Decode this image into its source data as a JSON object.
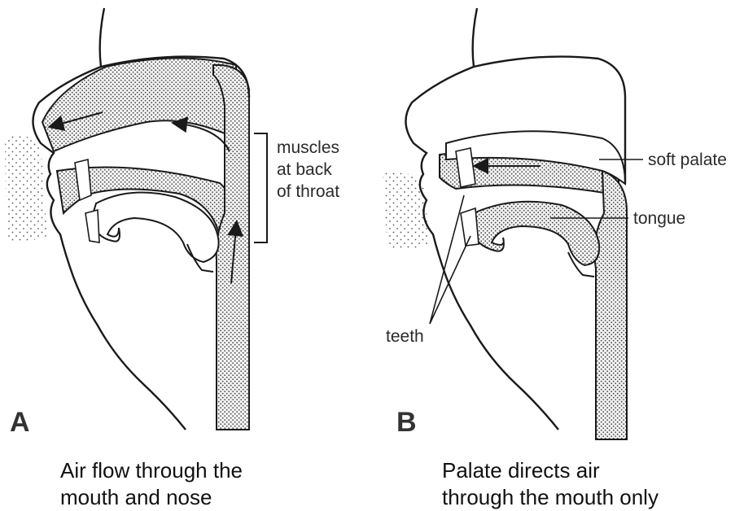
{
  "panel_a": {
    "letter": "A",
    "caption": "Air flow through the\nmouth and nose",
    "labels": {
      "muscles": "muscles\nat back\nof throat"
    }
  },
  "panel_b": {
    "letter": "B",
    "caption": "Palate directs air\nthrough the mouth only",
    "labels": {
      "soft_palate": "soft palate",
      "tongue": "tongue",
      "teeth": "teeth"
    }
  },
  "colors": {
    "ink": "#1a1a1a",
    "dot": "#4a4a4a",
    "background": "#ffffff"
  }
}
